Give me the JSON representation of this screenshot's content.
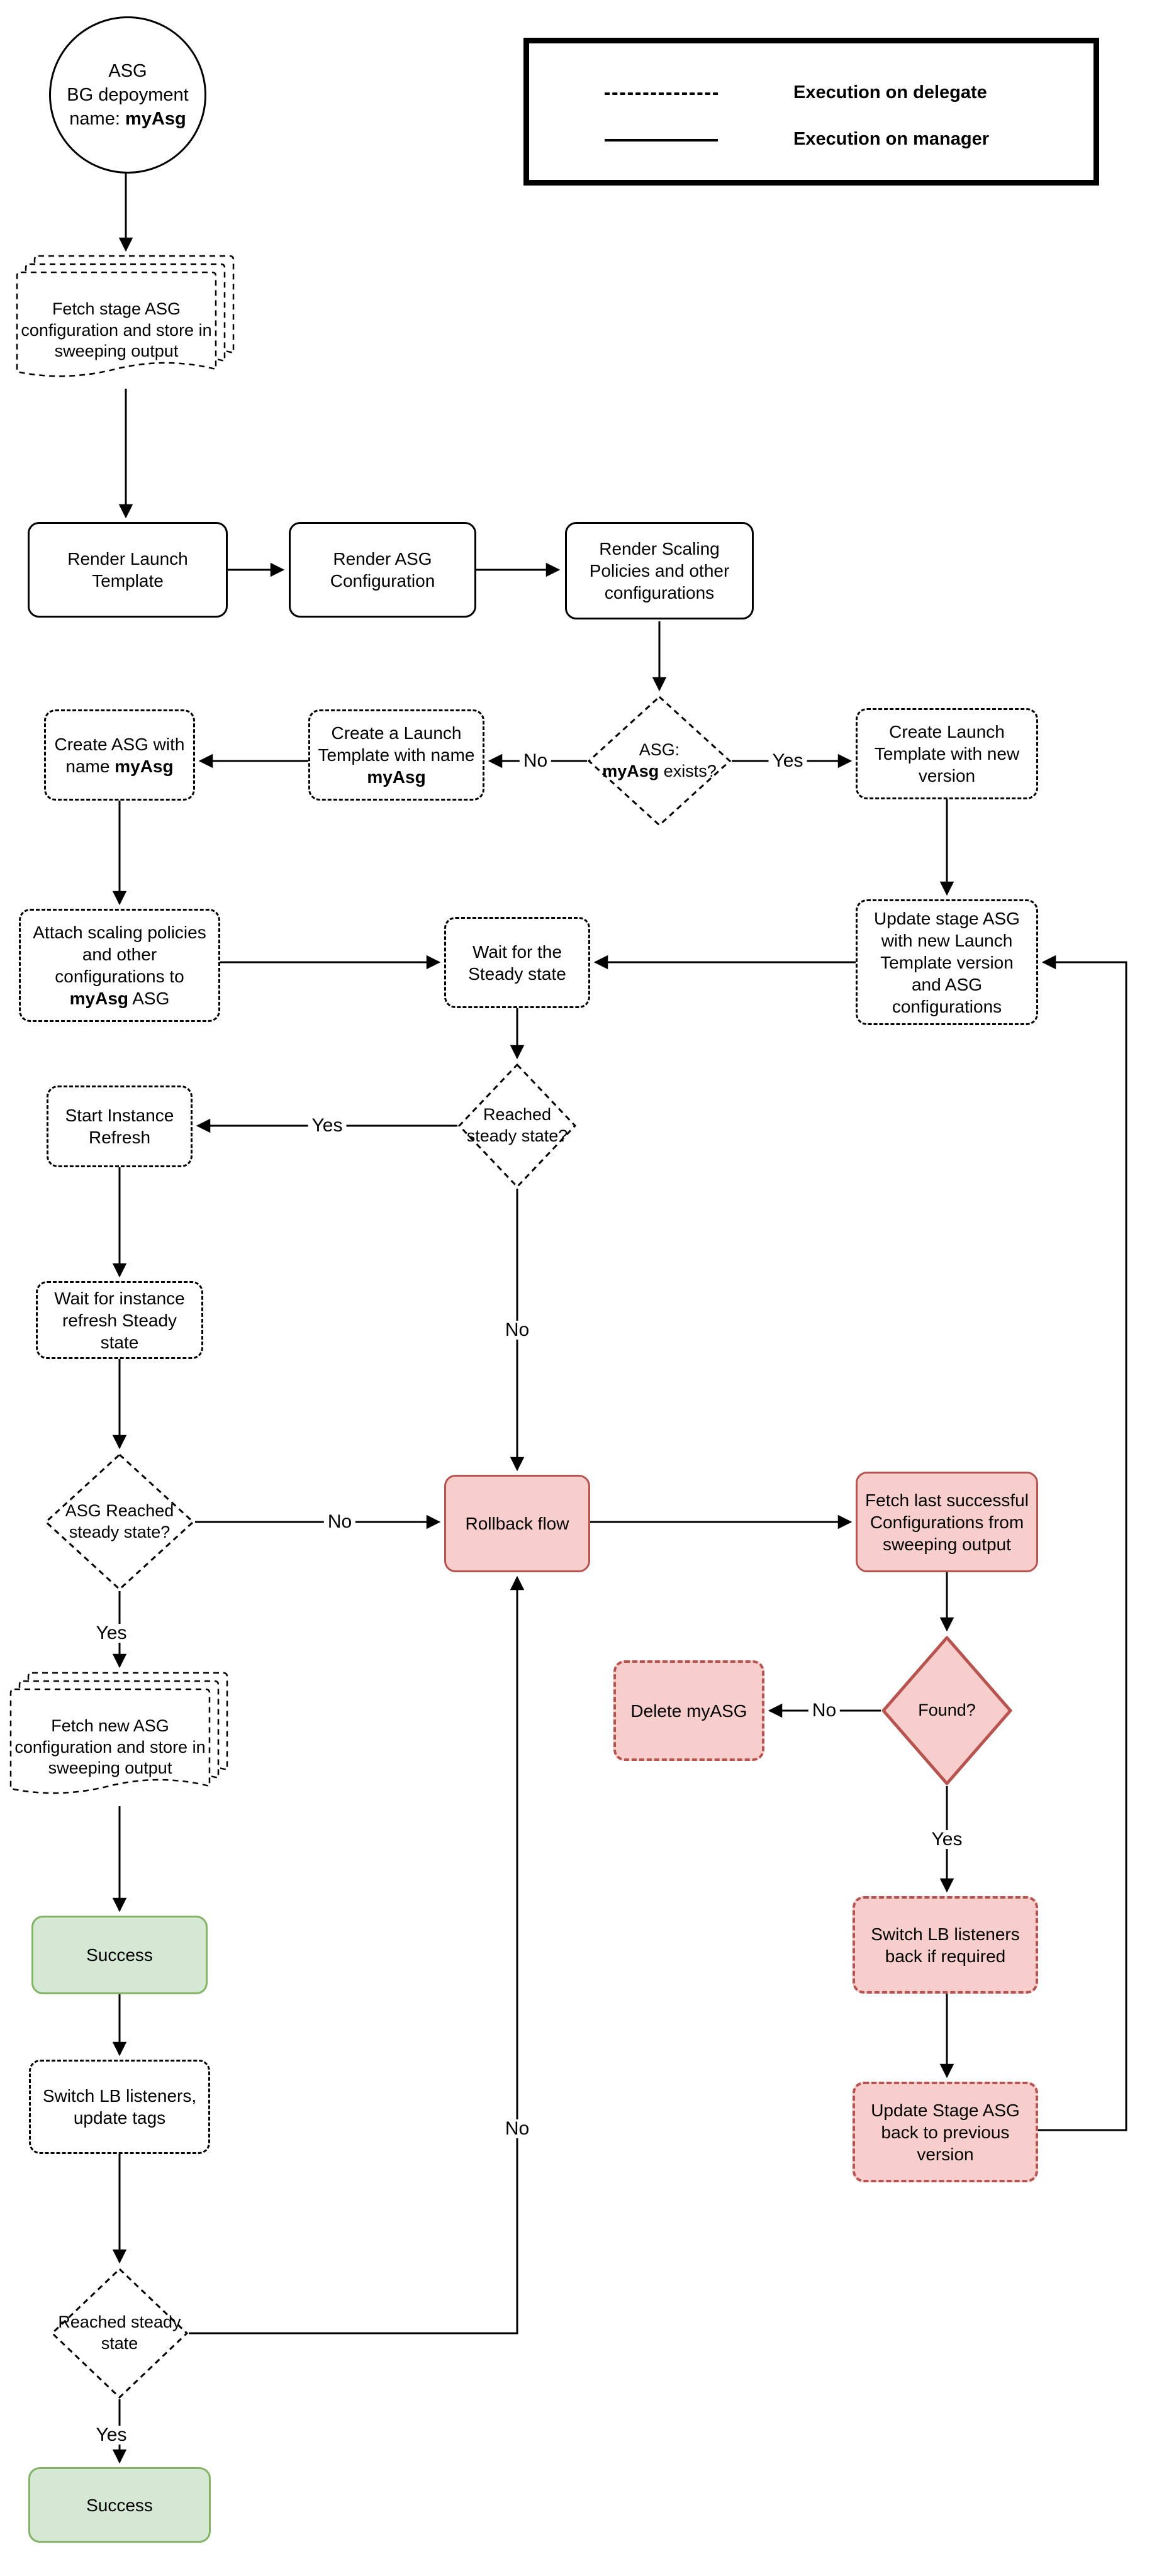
{
  "legend": {
    "items": [
      {
        "style": "dashed",
        "label": "Execution on delegate"
      },
      {
        "style": "solid",
        "label": "Execution on manager"
      }
    ]
  },
  "labels": {
    "yes": "Yes",
    "no": "No"
  },
  "colors": {
    "danger_fill": "#f8cecc",
    "danger_border": "#b85450",
    "success_fill": "#d5e8d4",
    "success_border": "#82b366",
    "line": "#000000"
  },
  "nodes": {
    "start": [
      {
        "t": "ASG",
        "br": true
      },
      {
        "t": "BG depoyment",
        "br": true
      },
      {
        "t": "name: "
      },
      {
        "t": "myAsg",
        "b": true
      }
    ],
    "fetch_stage": "Fetch stage ASG configuration and store in sweeping output",
    "render_lt": "Render Launch Template",
    "render_asg": "Render ASG Configuration",
    "render_scaling": "Render Scaling Policies and other configurations",
    "asg_exists": [
      {
        "t": "ASG:",
        "br": true
      },
      {
        "t": "myAsg",
        "b": true
      },
      {
        "t": " exists?"
      }
    ],
    "create_lt_myasg": [
      {
        "t": "Create a Launch Template with name "
      },
      {
        "t": "myAsg",
        "b": true
      }
    ],
    "create_asg": [
      {
        "t": "Create ASG with name "
      },
      {
        "t": "myAsg",
        "b": true
      }
    ],
    "create_lt_new": "Create Launch Template with new version",
    "attach": [
      {
        "t": "Attach scaling policies and other configurations to "
      },
      {
        "t": "myAsg",
        "b": true
      },
      {
        "t": " ASG"
      }
    ],
    "wait_steady": "Wait for the Steady state",
    "update_stage": "Update stage ASG with new Launch Template version and ASG configurations",
    "reached_steady_q": "Reached steady state?",
    "start_refresh": "Start Instance Refresh",
    "wait_refresh": "Wait for instance refresh Steady state",
    "asg_reached_q": "ASG Reached steady state?",
    "rollback": "Rollback flow",
    "fetch_last": "Fetch last successful Configurations from sweeping output",
    "found_q": "Found?",
    "delete_myasg": "Delete myASG",
    "fetch_new": "Fetch new ASG configuration and store in sweeping output",
    "success_1": "Success",
    "switch_lb": "Switch LB listeners, update tags",
    "switch_back": "Switch LB listeners back if required",
    "update_back": "Update Stage ASG back to previous version",
    "reached_steady_2": "Reached steady state",
    "success_2": "Success"
  }
}
